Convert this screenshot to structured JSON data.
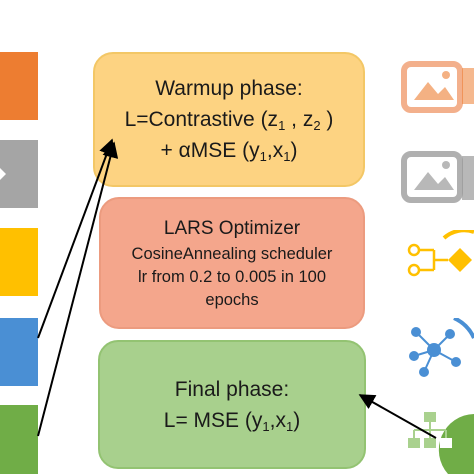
{
  "warmup": {
    "title": "Warmup phase:",
    "loss_prefix": "L=Contrastive (z",
    "z1_sub": "1",
    "z_sep": " , z",
    "z2_sub": "2",
    "loss_suffix": " )",
    "term_prefix": "+ αMSE (y",
    "y_sub": "1",
    "term_mid": ",x",
    "x_sub": "1",
    "term_suffix": ")"
  },
  "lars": {
    "line1": "LARS Optimizer",
    "line2": "CosineAnnealing scheduler",
    "line3": "lr from 0.2 to 0.005 in 100",
    "line4": "epochs"
  },
  "final": {
    "title": "Final phase:",
    "loss_prefix": "L= MSE (y",
    "y_sub": "1",
    "mid": ",x",
    "x_sub": "1",
    "suffix": ")"
  },
  "colors": {
    "warmup_fill": "#fdd382",
    "lars_fill": "#f4a68c",
    "final_fill": "#a8d08d",
    "orange_block": "#ed7d31",
    "gray_block": "#a5a5a5",
    "yellow_block": "#ffc000",
    "blue_block": "#4a8fd4",
    "green_block": "#70ad47"
  },
  "icons": [
    "image-icon-orange",
    "image-icon-gray",
    "decision-tree-icon",
    "network-icon",
    "hierarchy-icon"
  ]
}
